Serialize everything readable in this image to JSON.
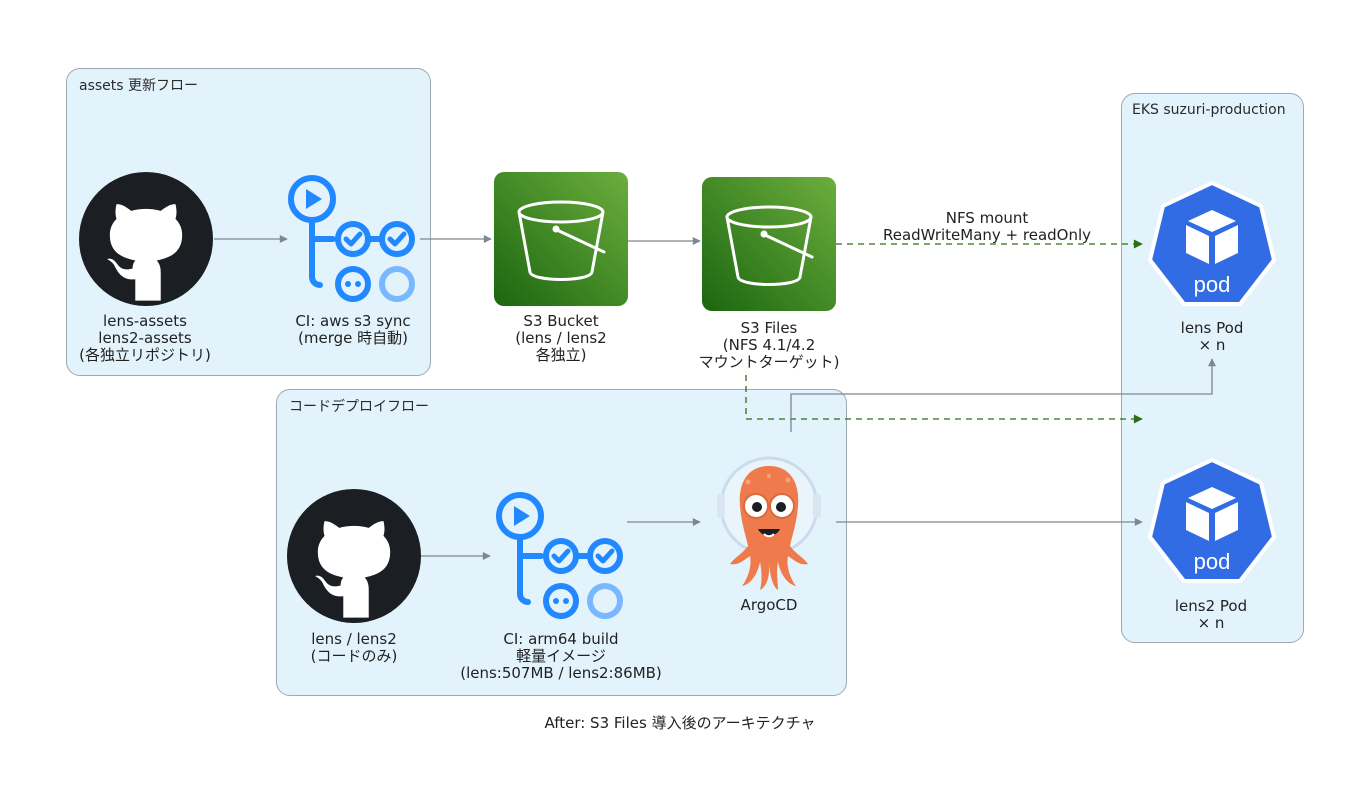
{
  "clusters": {
    "assets": {
      "label": "assets 更新フロー"
    },
    "code": {
      "label": "コードデプロイフロー"
    },
    "eks": {
      "label": "EKS suzuri-production"
    }
  },
  "nodes": {
    "github_assets": {
      "lines": [
        "lens-assets",
        "lens2-assets",
        "(各独立リポジトリ)"
      ]
    },
    "ci_sync": {
      "lines": [
        "CI: aws s3 sync",
        "(merge 時自動)"
      ]
    },
    "s3_bucket": {
      "lines": [
        "S3 Bucket",
        "(lens / lens2",
        "各独立)"
      ]
    },
    "s3_files": {
      "lines": [
        "S3 Files",
        "(NFS 4.1/4.2",
        "マウントターゲット)"
      ]
    },
    "github_code": {
      "lines": [
        "lens / lens2",
        "(コードのみ)"
      ]
    },
    "ci_build": {
      "lines": [
        "CI: arm64 build",
        "軽量イメージ",
        "(lens:507MB / lens2:86MB)"
      ]
    },
    "argocd": {
      "lines": [
        "ArgoCD"
      ]
    },
    "lens_pod": {
      "lines": [
        "lens Pod",
        "× n"
      ],
      "icon_text": "pod"
    },
    "lens2_pod": {
      "lines": [
        "lens2 Pod",
        "× n"
      ],
      "icon_text": "pod"
    }
  },
  "edges": {
    "nfs_mount": {
      "lines": [
        "NFS mount",
        "ReadWriteMany + readOnly"
      ]
    }
  },
  "colors": {
    "cluster_fill": "#e3f3fc",
    "edge_solid": "#7b8793",
    "edge_dashed": "#2d6d16",
    "github": "#1b1f23",
    "actions": "#2188ff",
    "s3": "#3f8624",
    "k8s": "#326ce5",
    "argo": "#ef7b4d"
  },
  "caption": "After: S3 Files 導入後のアーキテクチャ"
}
